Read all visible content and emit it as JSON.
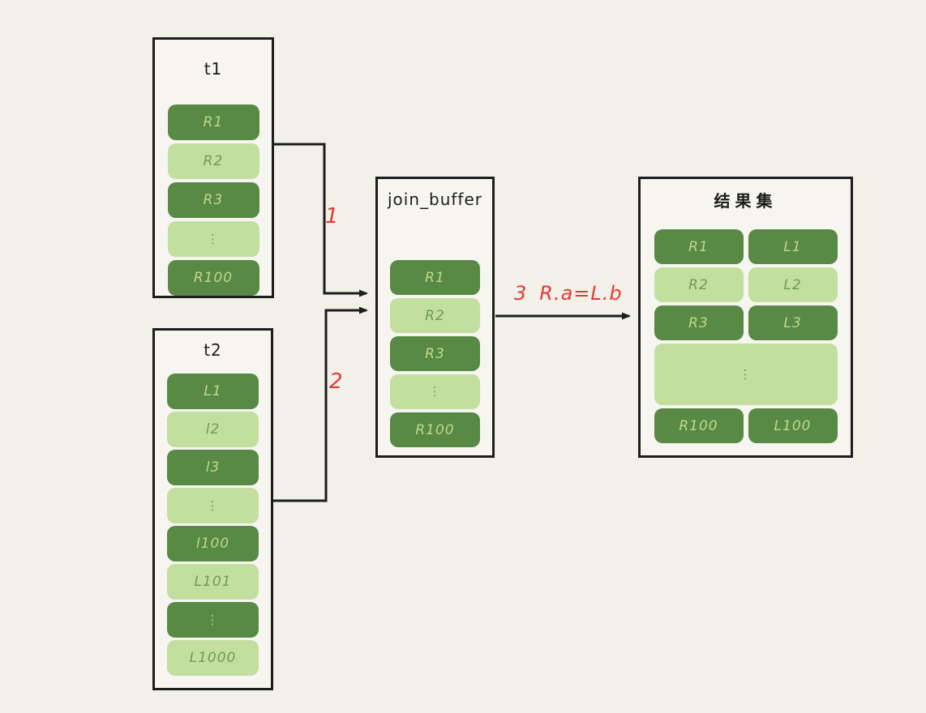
{
  "palette": {
    "background": "#f1f0e9",
    "box_background": "#f6f5f0",
    "border": "#1d1d1d",
    "dark_green": "#598a45",
    "light_green": "#c2df9f",
    "text_on_dark": "#bcd98b",
    "text_on_light": "#6f9b51",
    "annotation_red": "#e53935"
  },
  "boxes": {
    "t1": {
      "title": "t1",
      "rows": [
        {
          "label": "R1"
        },
        {
          "label": "R2"
        },
        {
          "label": "R3"
        },
        {
          "label": "⋮"
        },
        {
          "label": "R100"
        }
      ]
    },
    "t2": {
      "title": "t2",
      "rows": [
        {
          "label": "L1"
        },
        {
          "label": "l2"
        },
        {
          "label": "l3"
        },
        {
          "label": "⋮"
        },
        {
          "label": "l100"
        },
        {
          "label": "L101"
        },
        {
          "label": "⋮"
        },
        {
          "label": "L1000"
        }
      ]
    },
    "join_buffer": {
      "title": "join_buffer",
      "rows": [
        {
          "label": "R1"
        },
        {
          "label": "R2"
        },
        {
          "label": "R3"
        },
        {
          "label": "⋮"
        },
        {
          "label": "R100"
        }
      ]
    },
    "result": {
      "title": "结果集",
      "rows": [
        {
          "left": "R1",
          "right": "L1"
        },
        {
          "left": "R2",
          "right": "L2"
        },
        {
          "left": "R3",
          "right": "L3"
        },
        {
          "label": "⋮"
        },
        {
          "left": "R100",
          "right": "L100"
        }
      ]
    }
  },
  "annotations": {
    "step1": "1",
    "step2": "2",
    "step3_number": "3",
    "step3_condition": "R.a=L.b"
  }
}
